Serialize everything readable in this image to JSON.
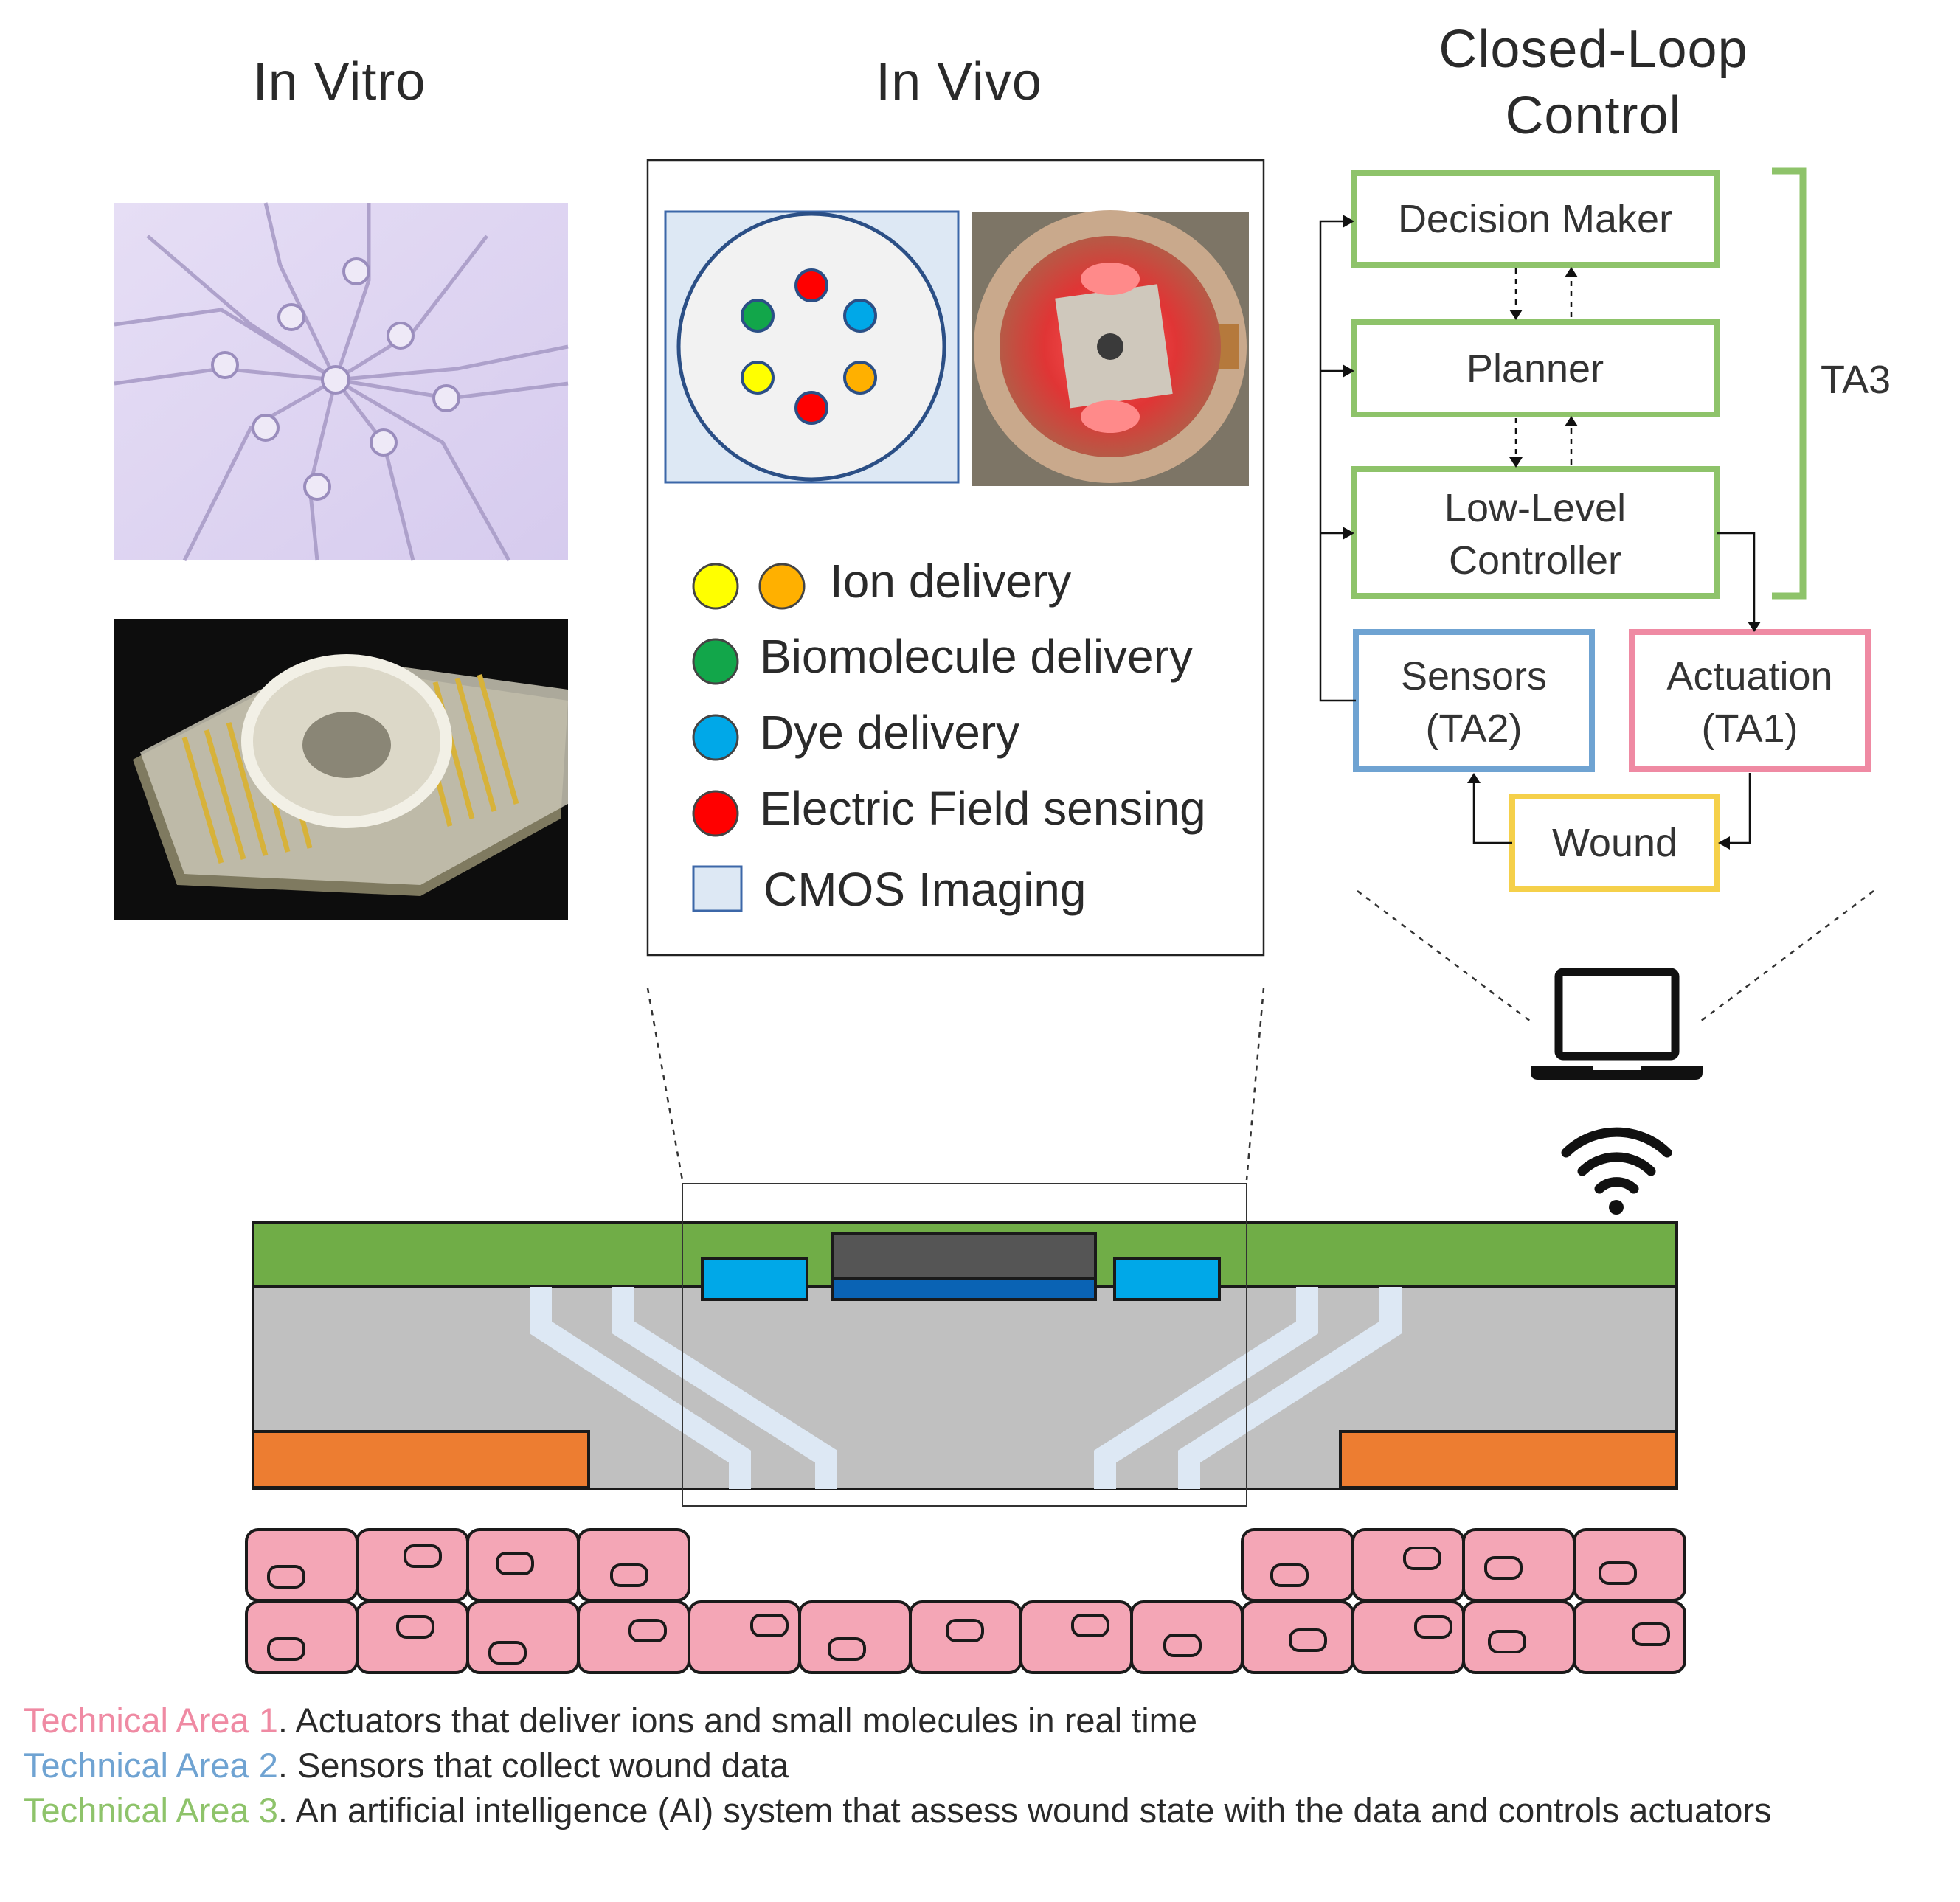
{
  "titles": {
    "in_vitro": "In Vitro",
    "in_vivo": "In Vivo",
    "closed_loop_line1": "Closed-Loop",
    "closed_loop_line2": "Control"
  },
  "legend": {
    "ion": "Ion delivery",
    "biomolecule": "Biomolecule delivery",
    "dye": "Dye delivery",
    "efield": "Electric Field sensing",
    "cmos": "CMOS Imaging"
  },
  "control": {
    "decision_maker": "Decision Maker",
    "planner": "Planner",
    "low_level_line1": "Low-Level",
    "low_level_line2": "Controller",
    "sensors_line1": "Sensors",
    "sensors_line2": "(TA2)",
    "actuation_line1": "Actuation",
    "actuation_line2": "(TA1)",
    "wound": "Wound",
    "ta3": "TA3"
  },
  "captions": {
    "ta1_label": "Technical Area 1",
    "ta1_text": ". Actuators that deliver ions and small molecules in real time",
    "ta2_label": "Technical Area 2",
    "ta2_text": ". Sensors that collect wound data",
    "ta3_label": "Technical Area 3",
    "ta3_text": ". An artificial intelligence (AI) system that assess wound state with the data and controls actuators"
  },
  "colors": {
    "ta1_pink": "#ef8aa3",
    "ta2_blue": "#6fa3d2",
    "ta3_green": "#8ec36a",
    "wound_yellow": "#f5d04a",
    "ion_yellow": "#ffff00",
    "ion_orange": "#ffb000",
    "biomolecule_green": "#12a64a",
    "dye_blue": "#00a8e8",
    "efield_red": "#ff0000",
    "device_green": "#70ad47",
    "device_orange": "#ed7d31",
    "cell_pink": "#f4a6b6"
  },
  "icons": [
    "laptop-icon",
    "wifi-icon"
  ]
}
